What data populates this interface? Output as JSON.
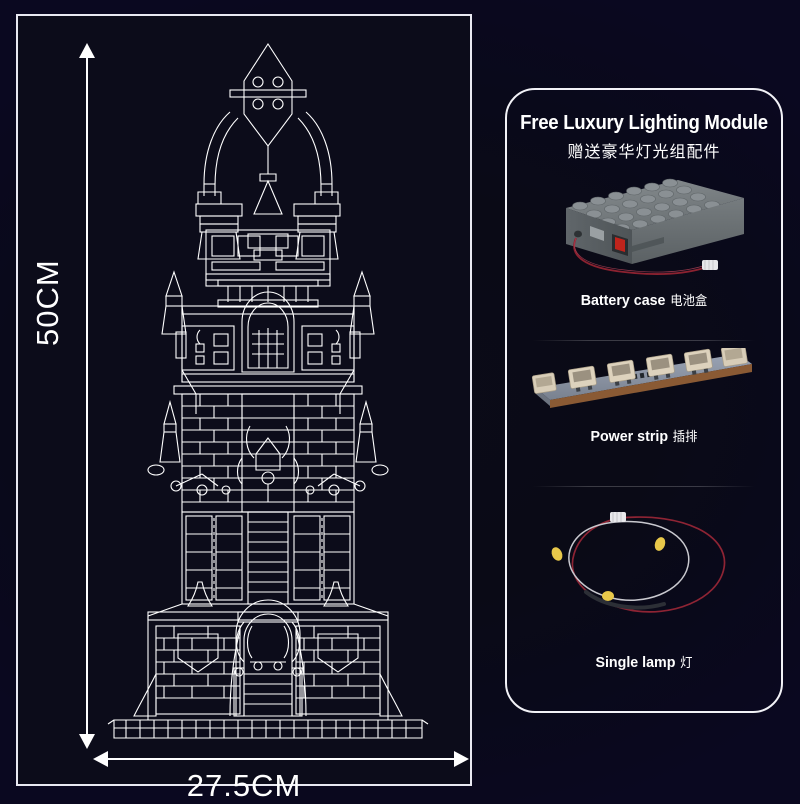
{
  "product": {
    "dimensions": {
      "height_label": "50CM",
      "width_label": "27.5CM"
    },
    "model_name": "castle-line-art"
  },
  "lighting_module": {
    "title_en": "Free Luxury Lighting Module",
    "title_cn": "赠送豪华灯光组配件",
    "items": [
      {
        "name_en": "Battery case",
        "name_cn": "电池盒",
        "art": "battery-case"
      },
      {
        "name_en": "Power strip",
        "name_cn": "插排",
        "art": "power-strip"
      },
      {
        "name_en": "Single lamp",
        "name_cn": "灯",
        "art": "single-lamp"
      }
    ]
  },
  "colors": {
    "background": "#0a0a18",
    "panel_background": "#0c0c1a",
    "line_art": "#ffffff",
    "border": "#e9e9f2",
    "battery_body": "#6e7478",
    "switch_red": "#c0241c",
    "wire_red": "#8c2230",
    "pcb_blue": "#8b95a8",
    "pcb_copper": "#8a5a34",
    "connector_cream": "#d8cdb8",
    "led_yellow": "#e8c84a"
  }
}
